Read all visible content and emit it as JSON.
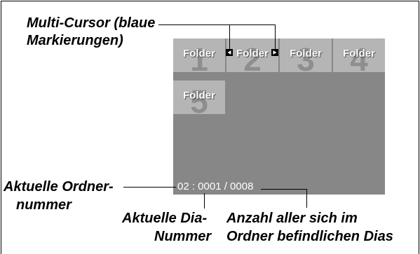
{
  "callouts": {
    "multi_cursor": {
      "line1": "Multi-Cursor (blaue",
      "line2": "Markierungen)"
    },
    "current_folder_number": {
      "line1": "Aktuelle Ordner-",
      "line2": "nummer"
    },
    "current_slide_number": {
      "line1": "Aktuelle Dia-",
      "line2": "Nummer"
    },
    "slide_count": {
      "line1": "Anzahl aller sich im",
      "line2": "Ordner befindlichen Dias"
    }
  },
  "viewer": {
    "folders": [
      {
        "number": "1",
        "label": "Folder"
      },
      {
        "number": "2",
        "label": "Folder"
      },
      {
        "number": "3",
        "label": "Folder"
      },
      {
        "number": "4",
        "label": "Folder"
      },
      {
        "number": "5",
        "label": "Folder"
      }
    ],
    "multi_cursor_folder": 2,
    "cursor_icons": {
      "left": "left-arrow-icon",
      "right": "right-arrow-icon"
    },
    "status": "02 : 0001 / 0008"
  },
  "colors": {
    "screen_background": "#878787",
    "tile_background": "#b5b5b5",
    "tile_numeral": "#8e8e8e",
    "label_text": "#ffffff",
    "cursor_marker": "#000000",
    "callout_ink": "#000000"
  }
}
